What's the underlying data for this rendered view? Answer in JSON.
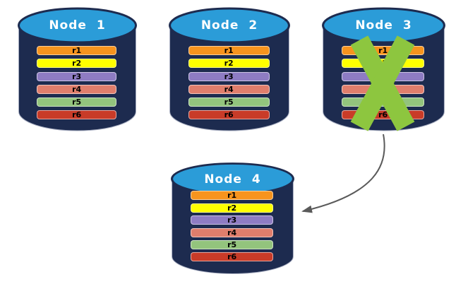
{
  "nodes": [
    {
      "title": "Node 1"
    },
    {
      "title": "Node 2"
    },
    {
      "title": "Node 3",
      "failed": true
    },
    {
      "title": "Node 4"
    }
  ],
  "rows": [
    {
      "label": "r1",
      "color": "#F7941E"
    },
    {
      "label": "r2",
      "color": "#FFFF00"
    },
    {
      "label": "r3",
      "color": "#8E7CC3"
    },
    {
      "label": "r4",
      "color": "#E07E6C"
    },
    {
      "label": "r5",
      "color": "#93C47D"
    },
    {
      "label": "r6",
      "color": "#C83B28"
    }
  ],
  "colors": {
    "cylinder_body": "#1D2B4F",
    "cylinder_top": "#2B9CD8",
    "cylinder_edge": "#A9AFC2",
    "failure_x": "#8DC63F",
    "arrow": "#5A5A5A"
  },
  "arrow": {
    "from_node": "Node 3",
    "to_node": "Node 4"
  }
}
